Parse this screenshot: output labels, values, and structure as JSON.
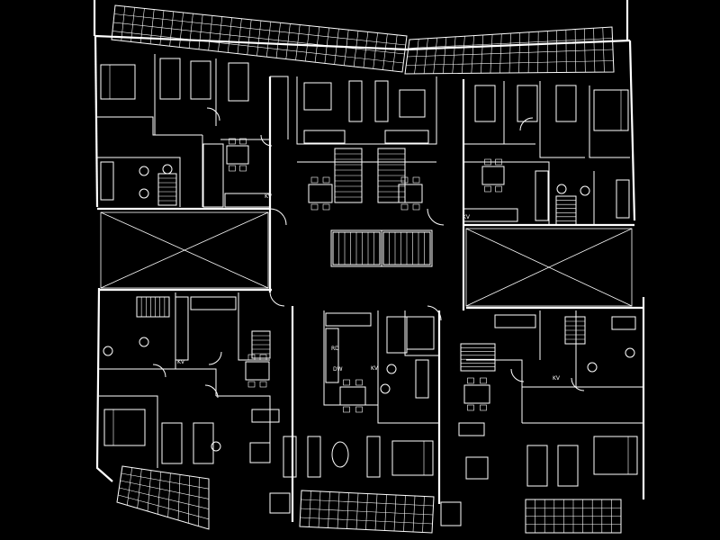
{
  "drawing": {
    "background": "#000000",
    "line_color": "#ffffff",
    "labels": {
      "kv": "KV",
      "rd": "RD",
      "dw": "DW"
    }
  }
}
